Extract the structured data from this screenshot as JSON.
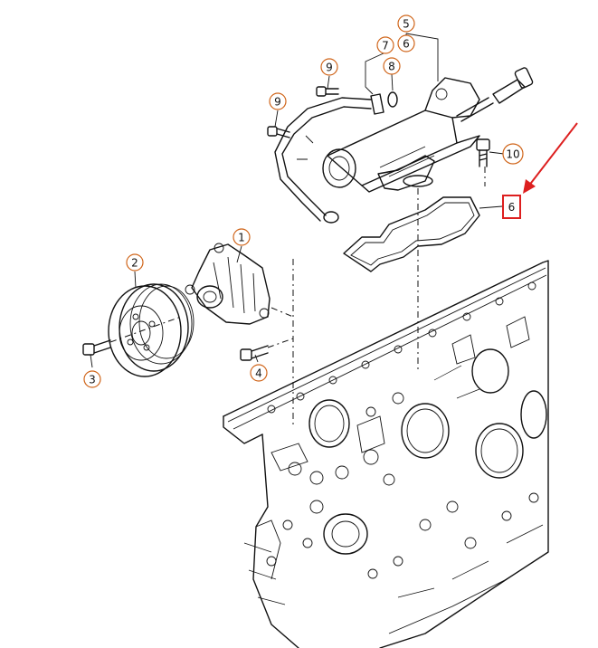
{
  "colors": {
    "line": "#111111",
    "callout": "#d0651a",
    "highlight": "#dd1f1f",
    "background": "#ffffff"
  },
  "callouts": [
    {
      "id": "c1",
      "label": "1"
    },
    {
      "id": "c2",
      "label": "2"
    },
    {
      "id": "c3",
      "label": "3"
    },
    {
      "id": "c4",
      "label": "4"
    },
    {
      "id": "c5",
      "label": "5"
    },
    {
      "id": "c6a",
      "label": "6"
    },
    {
      "id": "c7",
      "label": "7"
    },
    {
      "id": "c8",
      "label": "8"
    },
    {
      "id": "c9a",
      "label": "9"
    },
    {
      "id": "c9b",
      "label": "9"
    },
    {
      "id": "c10",
      "label": "10"
    }
  ],
  "highlighted_callout": {
    "label": "6"
  }
}
